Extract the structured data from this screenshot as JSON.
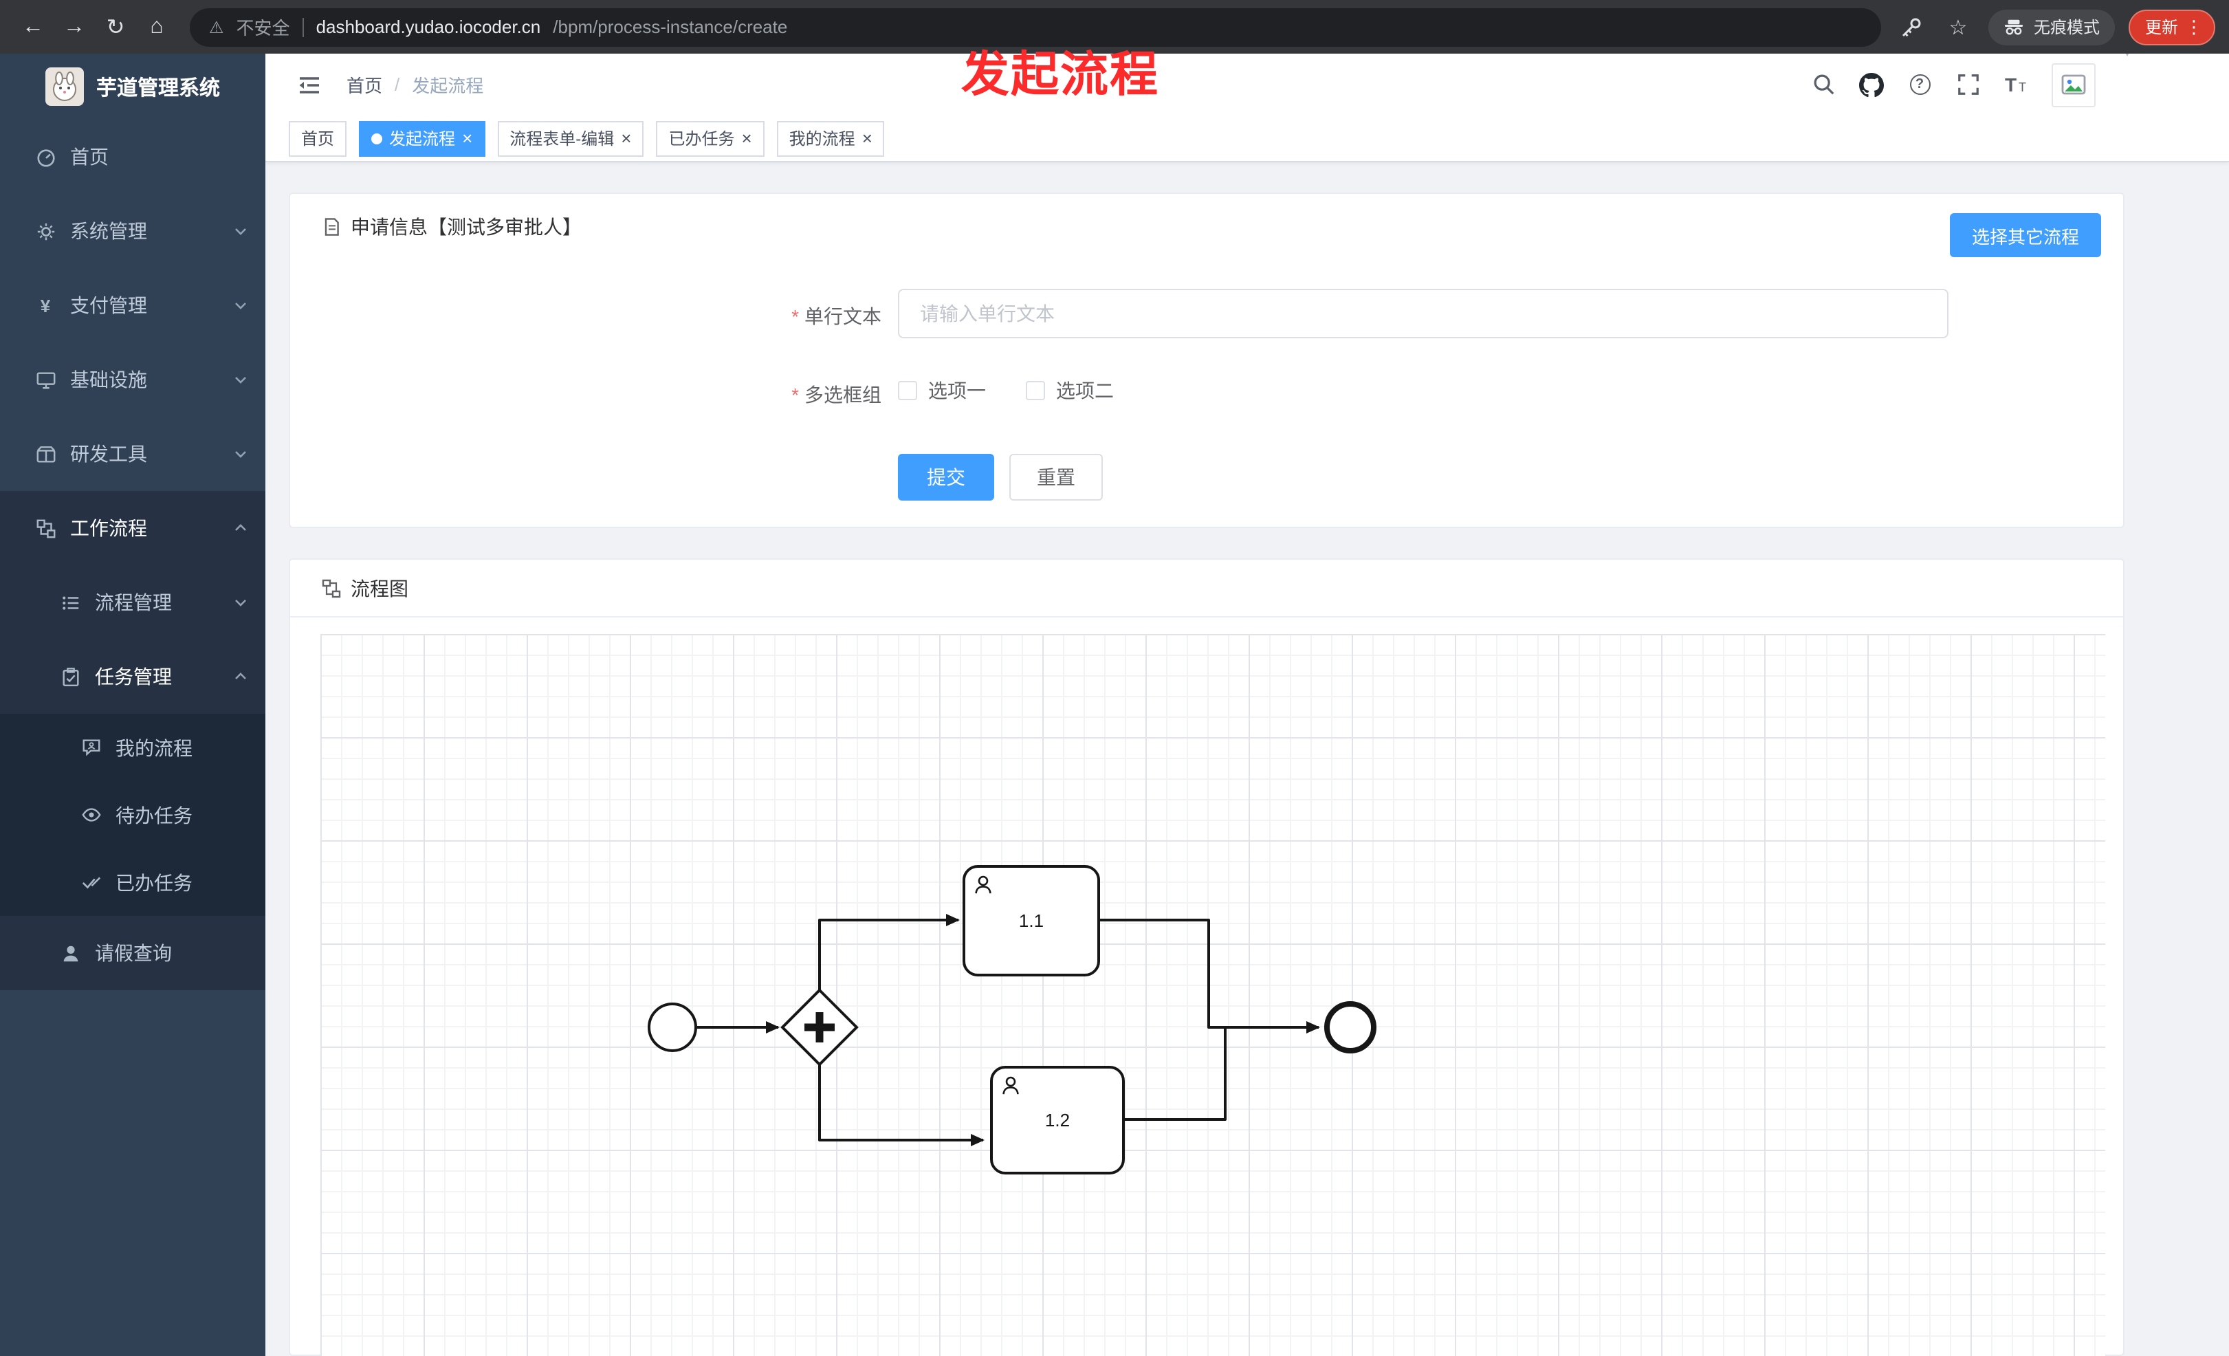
{
  "ui": {
    "close": "×",
    "required": "*",
    "breadcrumb_sep": "/",
    "menu_dots": "⋮",
    "caret_down": "▼"
  },
  "colors": {
    "accent": "#409eff",
    "sidebar_bg": "#304156",
    "annotation_red": "#fb2b2b",
    "update_button_red": "#d93a2b",
    "active_tab": "#409eff"
  },
  "icons": {
    "browser": [
      "back-icon",
      "forward-icon",
      "reload-icon",
      "home-icon",
      "warning-icon",
      "key-icon",
      "star-icon",
      "incognito-icon"
    ],
    "header": [
      "hamburger-icon",
      "search-icon",
      "github-icon",
      "help-icon",
      "fullscreen-icon",
      "font-size-icon",
      "avatar-image",
      "caret-down-icon"
    ],
    "sidebar": [
      "dashboard-icon",
      "gear-icon",
      "yen-icon",
      "infrastructure-icon",
      "toolbox-icon",
      "workflow-icon",
      "process-management-icon",
      "task-management-icon",
      "my-process-icon",
      "eye-icon",
      "done-tasks-icon",
      "person-icon"
    ],
    "cards": [
      "document-icon",
      "flowchart-icon"
    ],
    "bpmn": [
      "start-event",
      "parallel-gateway",
      "user-task",
      "end-event"
    ]
  },
  "browser": {
    "security": "不安全",
    "domain": "dashboard.yudao.iocoder.cn",
    "path": "/bpm/process-instance/create",
    "incognito": "无痕模式",
    "update": "更新"
  },
  "sidebar": {
    "title": "芋道管理系统",
    "items": [
      {
        "label": "首页"
      },
      {
        "label": "系统管理"
      },
      {
        "label": "支付管理"
      },
      {
        "label": "基础设施"
      },
      {
        "label": "研发工具"
      },
      {
        "label": "工作流程"
      }
    ],
    "workflow_children": [
      {
        "label": "流程管理"
      },
      {
        "label": "任务管理"
      },
      {
        "label": "请假查询"
      }
    ],
    "task_children": [
      {
        "label": "我的流程"
      },
      {
        "label": "待办任务"
      },
      {
        "label": "已办任务"
      }
    ]
  },
  "header": {
    "breadcrumb": [
      "首页",
      "发起流程"
    ],
    "annotation": "发起流程"
  },
  "tabs": [
    {
      "label": "首页",
      "active": false,
      "closable": false
    },
    {
      "label": "发起流程",
      "active": true,
      "closable": true
    },
    {
      "label": "流程表单-编辑",
      "active": false,
      "closable": true
    },
    {
      "label": "已办任务",
      "active": false,
      "closable": true
    },
    {
      "label": "我的流程",
      "active": false,
      "closable": true
    }
  ],
  "form_card": {
    "title": "申请信息【测试多审批人】",
    "other_process_btn": "选择其它流程",
    "text_field": {
      "label": "单行文本",
      "placeholder": "请输入单行文本",
      "value": "",
      "required": true
    },
    "checkbox_group": {
      "label": "多选框组",
      "required": true,
      "options": [
        {
          "label": "选项一",
          "checked": false
        },
        {
          "label": "选项二",
          "checked": false
        }
      ]
    },
    "submit": "提交",
    "reset": "重置"
  },
  "diagram": {
    "title": "流程图",
    "type": "bpmn",
    "nodes": [
      {
        "id": "start",
        "type": "start-event"
      },
      {
        "id": "gateway",
        "type": "parallel-gateway"
      },
      {
        "id": "task1",
        "type": "user-task",
        "label": "1.1"
      },
      {
        "id": "task2",
        "type": "user-task",
        "label": "1.2"
      },
      {
        "id": "end",
        "type": "end-event"
      }
    ]
  }
}
